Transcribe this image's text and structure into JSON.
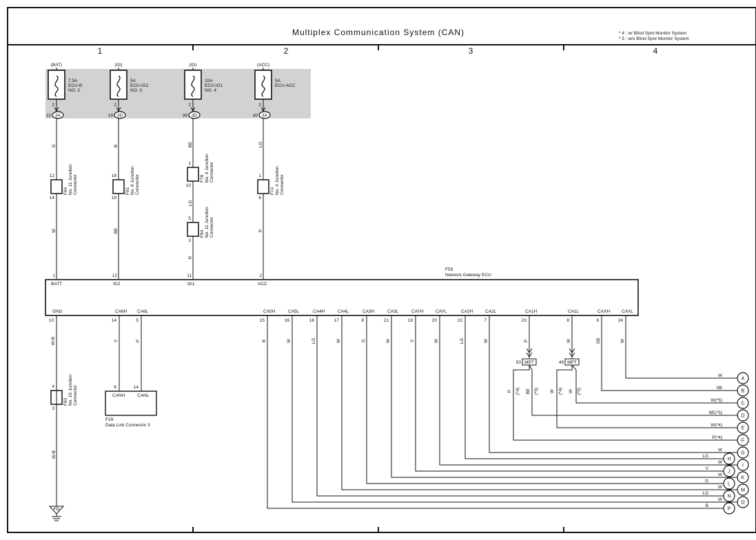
{
  "title": "Multiplex Communication System (CAN)",
  "notes": [
    "* 4 : w/ Blind Spot Monitor System",
    "* 5 : w/o Blind Spot Monitor System"
  ],
  "columns": [
    "1",
    "2",
    "3",
    "4"
  ],
  "fuses": [
    {
      "supply": "(BAT)",
      "rating": "7.5A",
      "name": "ECU-B",
      "no": "NO. 2",
      "pin": "2",
      "conn_pin": "22",
      "conn": "3A"
    },
    {
      "supply": "(IG)",
      "rating": "5A",
      "name": "ECU-IG2",
      "no": "NO. 3",
      "pin": "2",
      "conn_pin": "19",
      "conn": "3D"
    },
    {
      "supply": "(IG)",
      "rating": "10A",
      "name": "ECU-IG1",
      "no": "NO. 4",
      "pin": "2",
      "conn_pin": "39",
      "conn": "3D"
    },
    {
      "supply": "(ACC)",
      "rating": "5A",
      "name": "ECU-ACC",
      "no": "",
      "pin": "2",
      "conn_pin": "40",
      "conn": "3A"
    }
  ],
  "junctions": [
    {
      "code": "F84",
      "l1": "No. 11 Junction",
      "l2": "Connector",
      "top": "12",
      "bot": "14"
    },
    {
      "code": "F81",
      "l1": "No. 8 Junction",
      "l2": "Connector",
      "top": "18",
      "bot": "19"
    },
    {
      "code": "F78",
      "l1": "No. 6 Junction",
      "l2": "Connector",
      "top": "1",
      "bot": "10"
    },
    {
      "code": "F84",
      "l1": "No. 11 Junction",
      "l2": "Connector",
      "top": "5",
      "bot": "3"
    },
    {
      "code": "F74",
      "l1": "No. 4 Junction",
      "l2": "Connector",
      "top": "1",
      "bot": "6"
    },
    {
      "code": "F83",
      "l1": "No. 10 Junction",
      "l2": "Connector",
      "top": "4",
      "bot": "3"
    }
  ],
  "upper_wires": [
    "G",
    "W",
    "B",
    "BE",
    "BE",
    "LG",
    "R",
    "LG",
    "P"
  ],
  "ecu": {
    "code": "F59",
    "name": "Network Gateway ECU",
    "top_pins": [
      {
        "num": "1",
        "name": "BATT"
      },
      {
        "num": "12",
        "name": "IG2"
      },
      {
        "num": "11",
        "name": "IG1"
      },
      {
        "num": "2",
        "name": "ACC"
      }
    ],
    "bottom_pins": [
      {
        "name": "GND",
        "num": "10",
        "wire": "W-B"
      },
      {
        "name": "CA6H",
        "num": "14",
        "wire": "V"
      },
      {
        "name": "CA6L",
        "num": "5",
        "wire": "P"
      },
      {
        "name": "CA5H",
        "num": "15",
        "wire": "B"
      },
      {
        "name": "CA5L",
        "num": "16",
        "wire": "W"
      },
      {
        "name": "CA4H",
        "num": "18",
        "wire": "LG"
      },
      {
        "name": "CA4L",
        "num": "17",
        "wire": "W"
      },
      {
        "name": "CA3H",
        "num": "8",
        "wire": "G"
      },
      {
        "name": "CA3L",
        "num": "21",
        "wire": "W"
      },
      {
        "name": "CAYH",
        "num": "19",
        "wire": "V"
      },
      {
        "name": "CAYL",
        "num": "20",
        "wire": "W"
      },
      {
        "name": "CA2H",
        "num": "22",
        "wire": "LG"
      },
      {
        "name": "CA2L",
        "num": "7",
        "wire": "W"
      },
      {
        "name": "CA1H",
        "num": "23",
        "wire": "P"
      },
      {
        "name": "CA1L",
        "num": "8",
        "wire": "W"
      },
      {
        "name": "CAXH",
        "num": "9",
        "wire": "SB"
      },
      {
        "name": "CAXL",
        "num": "24",
        "wire": "W"
      }
    ]
  },
  "dlc": {
    "code": "F29",
    "name": "Data Link Connector 3",
    "pin_h": "6",
    "pin_l": "14",
    "label_h": "CANH",
    "label_l": "CANL"
  },
  "mpt": [
    {
      "num": "50",
      "label": "MPT"
    },
    {
      "num": "49",
      "label": "MPT"
    }
  ],
  "split_wires": [
    "P",
    "(*4)",
    "BE",
    "(*5)",
    "W",
    "(*4)",
    "W",
    "(*5)"
  ],
  "ground_wire": "W-B",
  "ground": "FD",
  "connectors": [
    {
      "letter": "A",
      "wire": "W"
    },
    {
      "letter": "B",
      "wire": "SB"
    },
    {
      "letter": "C",
      "wire": "W(*5)"
    },
    {
      "letter": "D",
      "wire": "BE(*5)"
    },
    {
      "letter": "E",
      "wire": "W(*4)"
    },
    {
      "letter": "F",
      "wire": "P(*4)"
    },
    {
      "letter": "G",
      "wire": "W"
    },
    {
      "letter": "H",
      "wire": "LG"
    },
    {
      "letter": "I",
      "wire": "W"
    },
    {
      "letter": "J",
      "wire": "V"
    },
    {
      "letter": "K",
      "wire": "W"
    },
    {
      "letter": "L",
      "wire": "G"
    },
    {
      "letter": "M",
      "wire": "W"
    },
    {
      "letter": "N",
      "wire": "LG"
    },
    {
      "letter": "O",
      "wire": "W"
    },
    {
      "letter": "P",
      "wire": "B"
    }
  ]
}
